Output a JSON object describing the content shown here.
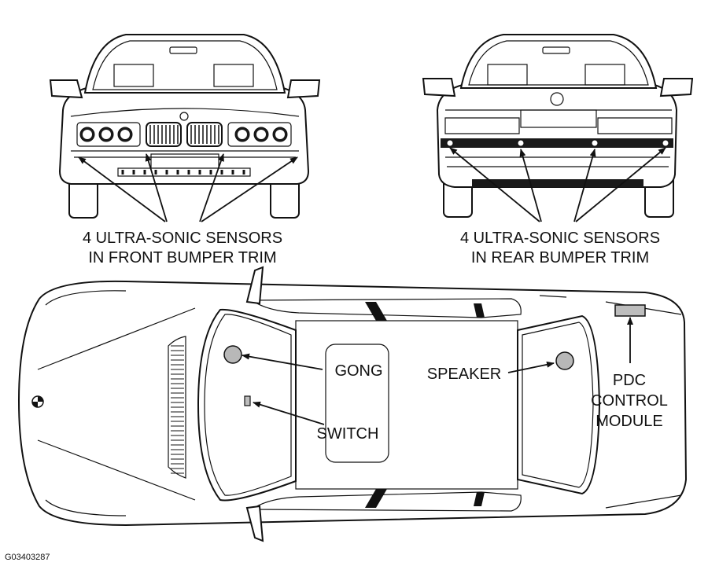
{
  "front_view": {
    "label_line1": "4 ULTRA-SONIC SENSORS",
    "label_line2": "IN FRONT BUMPER TRIM"
  },
  "rear_view": {
    "label_line1": "4 ULTRA-SONIC SENSORS",
    "label_line2": "IN REAR BUMPER TRIM"
  },
  "top_view": {
    "gong": "GONG",
    "switch": "SWITCH",
    "speaker": "SPEAKER",
    "module_line1": "PDC",
    "module_line2": "CONTROL",
    "module_line3": "MODULE"
  },
  "figure_code": "G03403287"
}
